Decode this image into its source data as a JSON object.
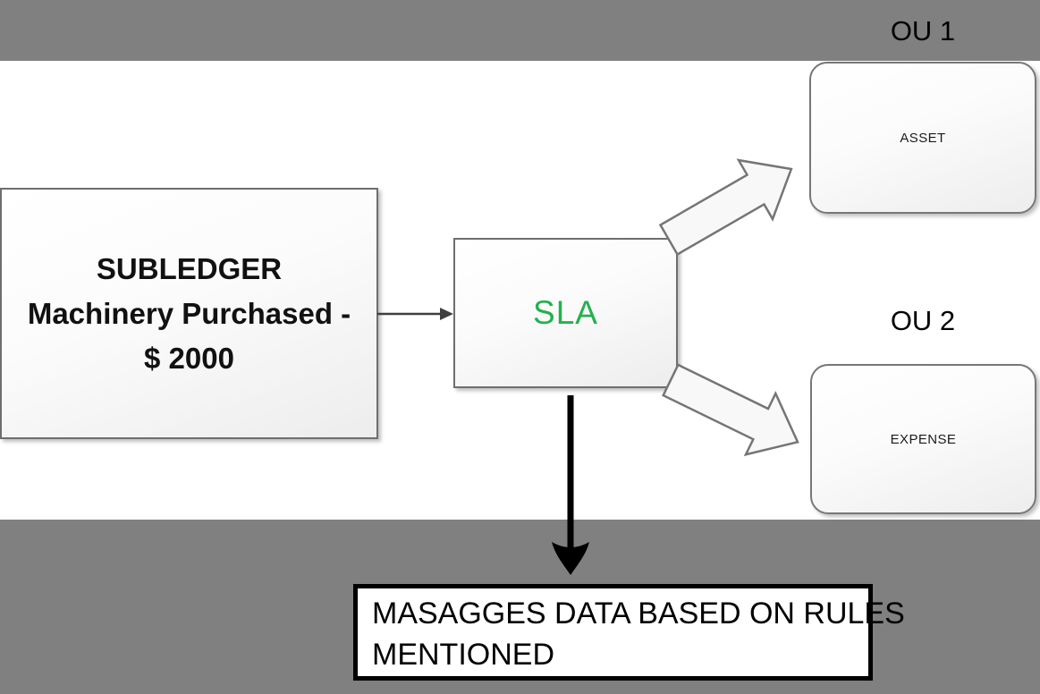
{
  "colors": {
    "band": "#808080",
    "sla_green": "#23B14D",
    "block_arrow_fill": "#f8f8f8",
    "block_arrow_stroke": "#757575"
  },
  "diagram": {
    "subledger_box": {
      "line1": "SUBLEDGER",
      "line2": "Machinery Purchased -",
      "line3": "$ 2000"
    },
    "sla_box": {
      "label": "SLA"
    },
    "ou1_label": "OU 1",
    "ou2_label": "OU 2",
    "asset_box": {
      "label": "ASSET"
    },
    "expense_box": {
      "label": "EXPENSE"
    },
    "message_box": {
      "line1": "MASAGGES DATA BASED ON RULES",
      "line2": "MENTIONED"
    }
  }
}
